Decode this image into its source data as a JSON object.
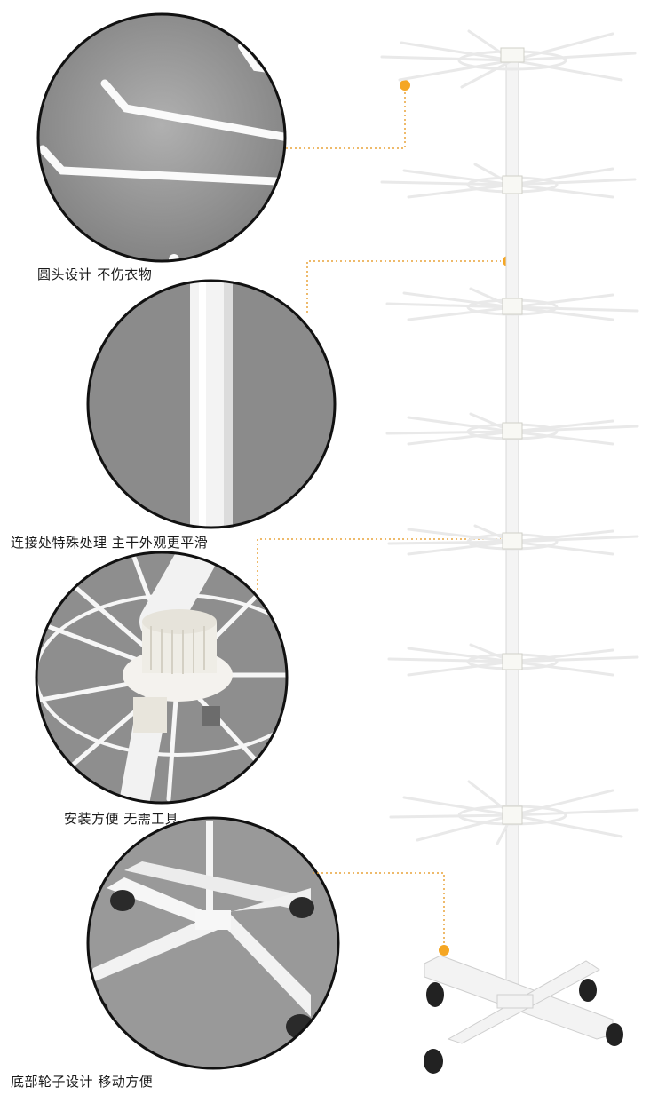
{
  "captions": {
    "rounded_hooks": "圆头设计 不伤衣物",
    "joint_treatment": "连接处特殊处理 主干外观更平滑",
    "easy_install": "安装方便 无需工具",
    "wheels": "底部轮子设计 移动方便"
  },
  "colors": {
    "callout_line": "#e8a43a",
    "callout_dot": "#f5a623",
    "rack_white": "#f4f4f4",
    "circle_bg": "#9a9a9a"
  }
}
